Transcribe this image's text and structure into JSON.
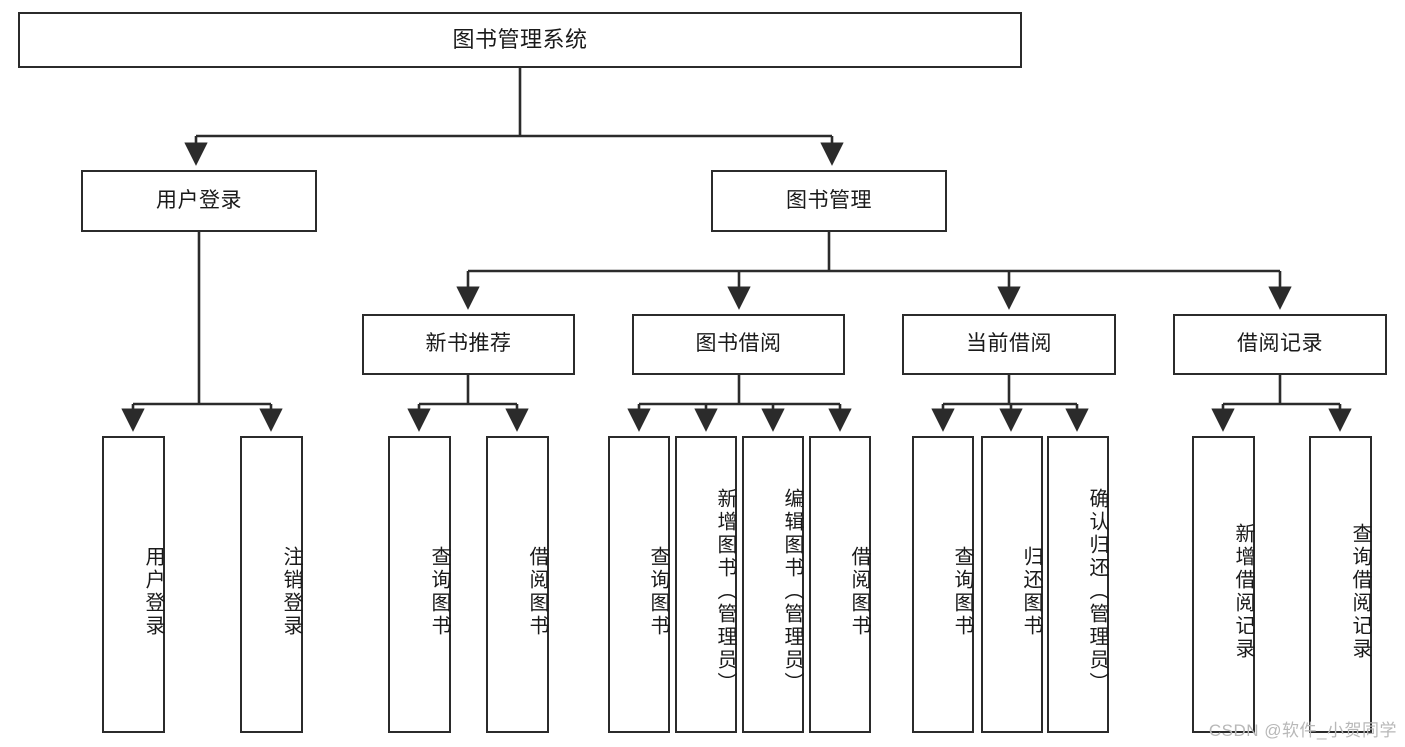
{
  "diagram": {
    "title": "图书管理系统",
    "type": "hierarchy-tree",
    "orientation": "top-down",
    "colors": {
      "box_border": "#2b2b2b",
      "box_fill": "#ffffff",
      "edge": "#2b2b2b",
      "text": "#1a1a1a",
      "watermark": "#b8b8b8"
    },
    "root": {
      "label": "图书管理系统"
    },
    "level2": [
      {
        "label": "用户登录"
      },
      {
        "label": "图书管理"
      }
    ],
    "level3": [
      {
        "label": "新书推荐"
      },
      {
        "label": "图书借阅"
      },
      {
        "label": "当前借阅"
      },
      {
        "label": "借阅记录"
      }
    ],
    "leaves": {
      "user_login": [
        {
          "label": "用户登录"
        },
        {
          "label": "注销登录"
        }
      ],
      "new_book_recommend": [
        {
          "label": "查询图书"
        },
        {
          "label": "借阅图书"
        }
      ],
      "book_borrow": [
        {
          "label": "查询图书"
        },
        {
          "label": "新增图书（管理员）"
        },
        {
          "label": "编辑图书（管理员）"
        },
        {
          "label": "借阅图书"
        }
      ],
      "current_borrow": [
        {
          "label": "查询图书"
        },
        {
          "label": "归还图书"
        },
        {
          "label": "确认归还（管理员）"
        }
      ],
      "borrow_record": [
        {
          "label": "新增借阅记录"
        },
        {
          "label": "查询借阅记录"
        }
      ]
    }
  },
  "watermark": {
    "text": "CSDN @软件_小贺同学"
  }
}
